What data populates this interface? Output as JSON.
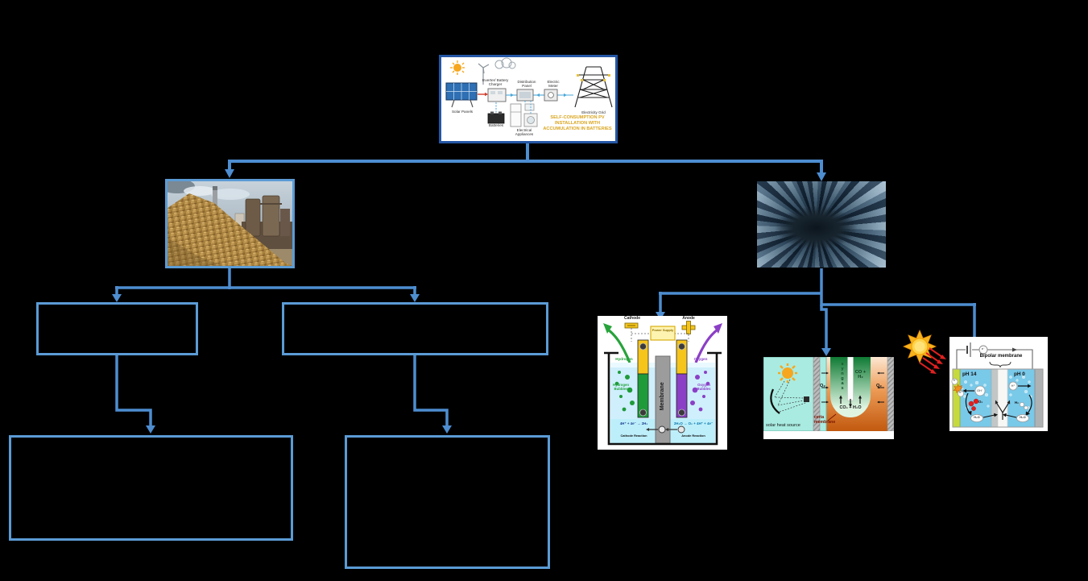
{
  "palette": {
    "connector_blue": "#4d8dd0",
    "node_border_blue": "#5b9bd5",
    "pv_box_border": "#2456a4",
    "caption_yellow": "#d9a51e"
  },
  "pv_system": {
    "labels": {
      "solar_panels": "Solar Panels",
      "inverter": "Inverter/ Battery Charger",
      "distribution_panel": "Distribution Panel",
      "electric_meter": "Electric Meter",
      "electricity_grid": "Electricity Grid",
      "batteries": "Batteries",
      "electrical_appliances": "Electrical Appliances"
    },
    "caption": "SELF-CONSUMPTION PV INSTALLATION WITH ACCUMULATION IN BATTERIES"
  },
  "electrolysis": {
    "cathode": "Cathode",
    "anode": "Anode",
    "power_supply": "Power Supply",
    "hydrogen": "Hydrogen",
    "oxygen": "Oxygen",
    "hydrogen_bubbles": "Hydrogen Bubbles",
    "oxygen_bubbles": "Oxygen Bubbles",
    "membrane": "Membrane",
    "cathode_reaction": "4H⁺ + 4e⁻ → 2H₂",
    "cathode_reaction_label": "Cathode Reaction",
    "anode_reaction": "2H₂O → O₂ + 4H⁺ + 4e⁻",
    "anode_reaction_label": "Anode Reaction"
  },
  "ceria": {
    "syngas": "syngas",
    "co_h2": "CO + H₂",
    "o2_left": "O₂",
    "o2_right": "O₂",
    "co2_h2o": "CO₂ + H₂O",
    "solar_heat_source": "solar heat source",
    "ceria_membrane": "ceria membrane"
  },
  "bipolar": {
    "title": "Bipolar membrane",
    "e_minus": "e⁻",
    "ph_left": "pH 14",
    "ph_right": "pH 0",
    "electrode_e": "e⁻",
    "electrode_h": "h⁺",
    "oh": "OH⁻",
    "h_plus": "H⁺",
    "o2": "O₂",
    "h2": "H₂",
    "h2o_left": "H₂O",
    "h2o_right": "H₂O"
  }
}
